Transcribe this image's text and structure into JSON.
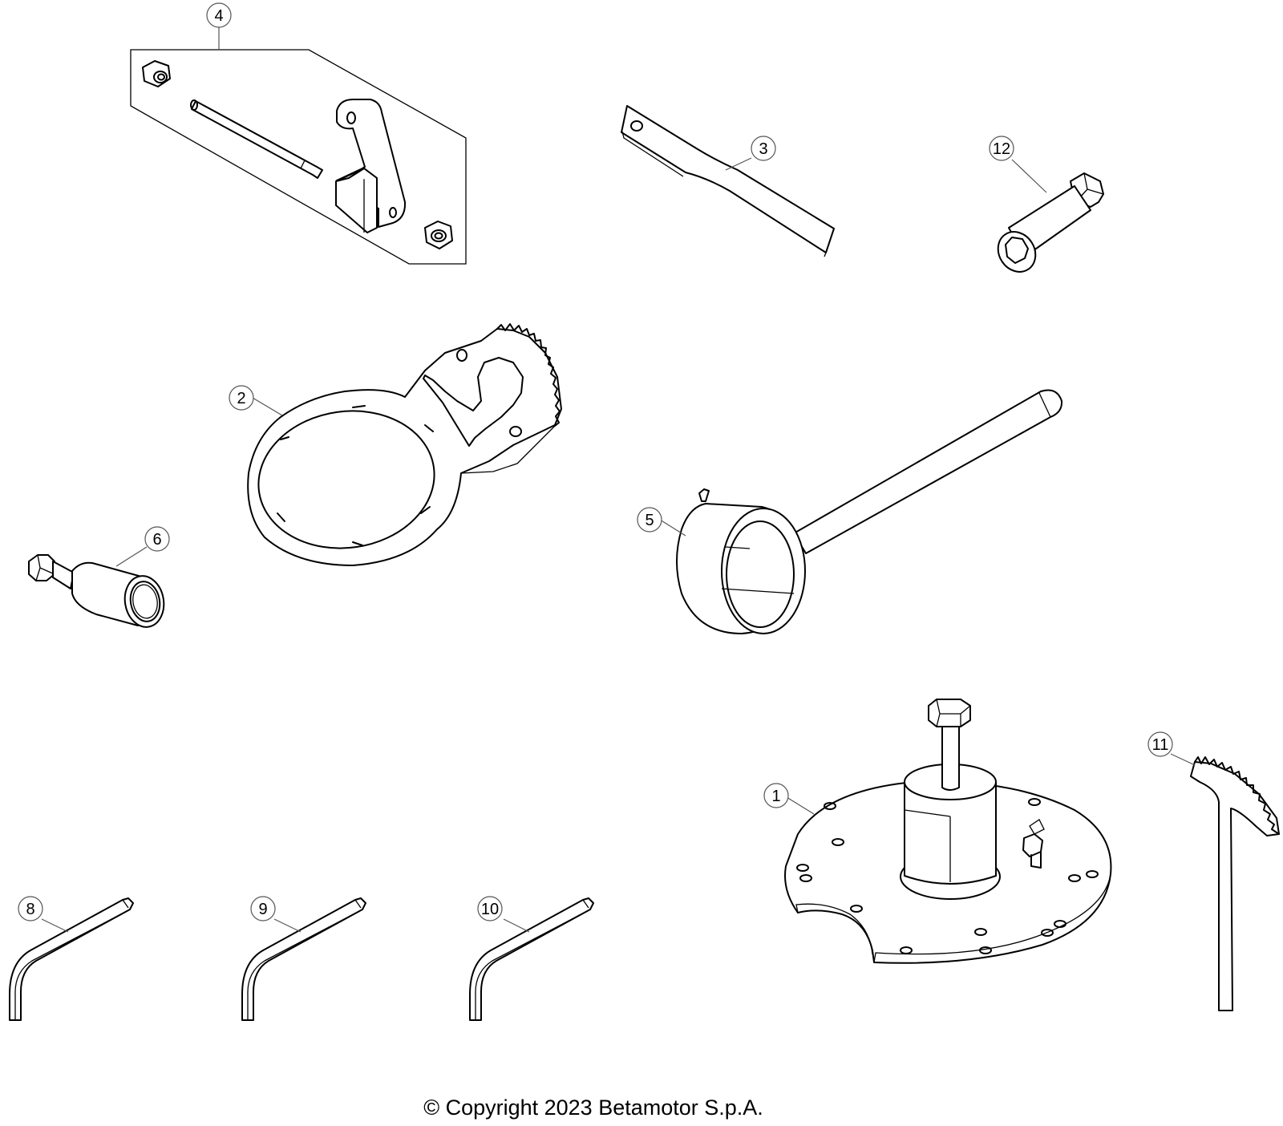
{
  "callouts": {
    "c1": "1",
    "c2": "2",
    "c3": "3",
    "c4": "4",
    "c5": "5",
    "c6": "6",
    "c8": "8",
    "c9": "9",
    "c10": "10",
    "c11": "11",
    "c12": "12"
  },
  "footer": {
    "copyright": "© Copyright 2023 Betamotor S.p.A."
  }
}
